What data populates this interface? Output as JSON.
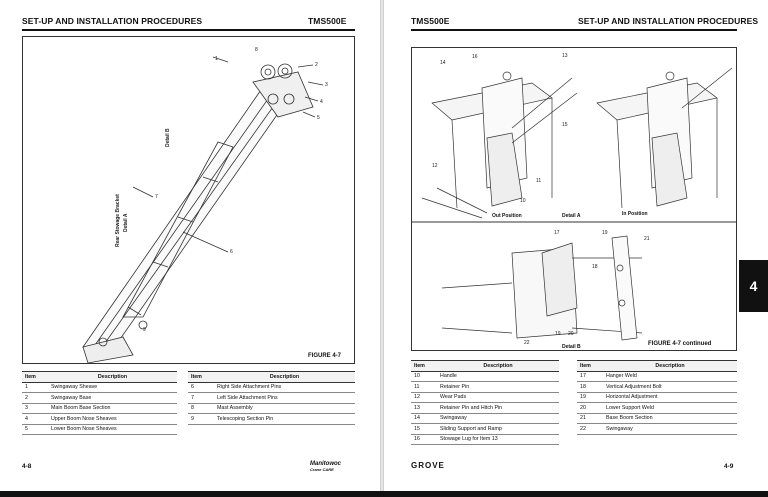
{
  "left_page": {
    "header_title": "SET-UP AND INSTALLATION PROCEDURES",
    "header_model": "TMS500E",
    "figure_caption": "FIGURE 4-7",
    "detail_labels": [
      "Detail B",
      "Rear Stowage Bracket",
      "Detail A"
    ],
    "callouts": [
      "1",
      "2",
      "3",
      "4",
      "5",
      "6",
      "7",
      "8",
      "9"
    ],
    "table_headers": {
      "item": "Item",
      "description": "Description"
    },
    "table_left": [
      {
        "item": "1",
        "desc": "Swingaway Sheave"
      },
      {
        "item": "2",
        "desc": "Swingaway Base"
      },
      {
        "item": "3",
        "desc": "Main Boom Base Section"
      },
      {
        "item": "4",
        "desc": "Upper Boom Nose Sheaves"
      },
      {
        "item": "5",
        "desc": "Lower Boom Nose Sheaves"
      }
    ],
    "table_right": [
      {
        "item": "6",
        "desc": "Right Side Attachment Pins"
      },
      {
        "item": "7",
        "desc": "Left Side Attachment Pins"
      },
      {
        "item": "8",
        "desc": "Mast Assembly"
      },
      {
        "item": "9",
        "desc": "Telescoping Section Pin"
      }
    ],
    "page_number": "4-8",
    "logo_text": "Manitowoc",
    "logo_sub": "Crane CARE"
  },
  "right_page": {
    "header_model": "TMS500E",
    "header_title": "SET-UP AND INSTALLATION PROCEDURES",
    "figure_caption": "FIGURE 4-7 continued",
    "sublabels": {
      "out_position": "Out Position",
      "detail_a": "Detail A",
      "in_position": "In Position",
      "detail_b": "Detail B"
    },
    "callouts_top": [
      "14",
      "16",
      "13",
      "12",
      "15",
      "11",
      "10"
    ],
    "callouts_bottom": [
      "17",
      "19",
      "21",
      "18",
      "22",
      "19",
      "20"
    ],
    "table_headers": {
      "item": "Item",
      "description": "Description"
    },
    "table_left": [
      {
        "item": "10",
        "desc": "Handle"
      },
      {
        "item": "11",
        "desc": "Retainer Pin"
      },
      {
        "item": "12",
        "desc": "Wear Pads"
      },
      {
        "item": "13",
        "desc": "Retainer Pin and Hitch Pin"
      },
      {
        "item": "14",
        "desc": "Swingaway"
      },
      {
        "item": "15",
        "desc": "Sliding Support and Ramp"
      },
      {
        "item": "16",
        "desc": "Stowage Lug for Item 13"
      }
    ],
    "table_right": [
      {
        "item": "17",
        "desc": "Hanger Weld"
      },
      {
        "item": "18",
        "desc": "Vertical Adjustment Bolt"
      },
      {
        "item": "19",
        "desc": "Horizontal Adjustment"
      },
      {
        "item": "20",
        "desc": "Lower Support Weld"
      },
      {
        "item": "21",
        "desc": "Base Boom Section"
      },
      {
        "item": "22",
        "desc": "Swingaway"
      }
    ],
    "page_number": "4-9",
    "logo_text": "GROVE",
    "section_tab": "4"
  }
}
